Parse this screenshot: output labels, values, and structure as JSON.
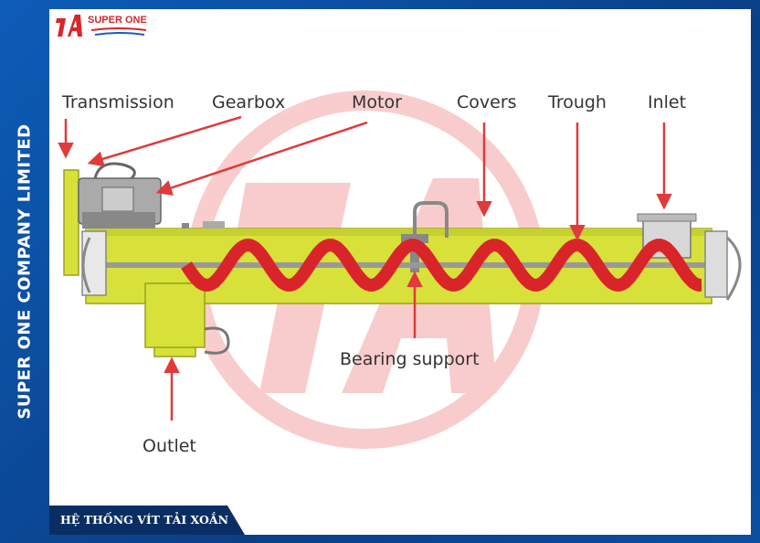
{
  "brand": {
    "logo_text": "SUPER ONE",
    "company": "SUPER ONE COMPANY LIMITED"
  },
  "banner": {
    "text": "HỆ THỐNG VÍT TẢI XOẮN"
  },
  "diagram": {
    "labels": {
      "transmission": "Transmission",
      "gearbox": "Gearbox",
      "motor": "Motor",
      "covers": "Covers",
      "trough": "Trough",
      "inlet": "Inlet",
      "bearing_support": "Bearing support",
      "outlet": "Outlet"
    },
    "colors": {
      "body": "#d7e13a",
      "screw": "#d9252a",
      "arrow": "#e03a3a",
      "watermark": "#e84a4a"
    },
    "watermark_text": "1A"
  }
}
